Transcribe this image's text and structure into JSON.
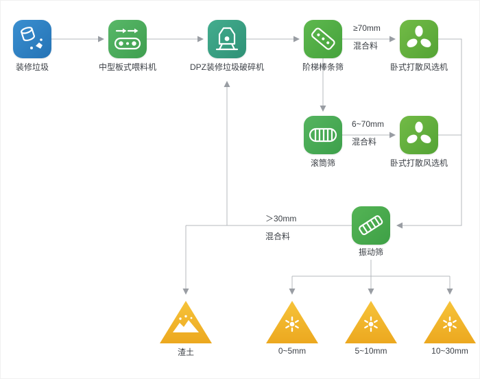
{
  "flow": {
    "nodes": {
      "waste": {
        "label": "装修垃圾"
      },
      "feeder": {
        "label": "中型板式喂料机"
      },
      "crusher": {
        "label": "DPZ装修垃圾破碎机"
      },
      "step_screen": {
        "label": "阶梯棒条筛"
      },
      "air_separator_top": {
        "label": "卧式打散风选机"
      },
      "trommel": {
        "label": "滚筒筛"
      },
      "air_separator_mid": {
        "label": "卧式打散风选机"
      },
      "vibrating_screen": {
        "label": "振动筛"
      }
    },
    "edge_labels": {
      "ge70": {
        "size": "≥70mm",
        "material": "混合料"
      },
      "r6_70": {
        "size": "6~70mm",
        "material": "混合料"
      },
      "gt30": {
        "size": "＞30mm",
        "material": "混合料"
      }
    },
    "outputs": {
      "residue": {
        "label": "渣土"
      },
      "f0_5": {
        "label": "0~5mm"
      },
      "f5_10": {
        "label": "5~10mm"
      },
      "f10_30": {
        "label": "10~30mm"
      }
    },
    "colors": {
      "waste_blue": "#2b7fc3",
      "machine_green": "#4cad4e",
      "crusher_teal": "#359a7c",
      "fan_green": "#63b03e",
      "output_yellow": "#f1b52c",
      "connector_gray": "#b4b8be",
      "label_text": "#3c4046"
    }
  }
}
